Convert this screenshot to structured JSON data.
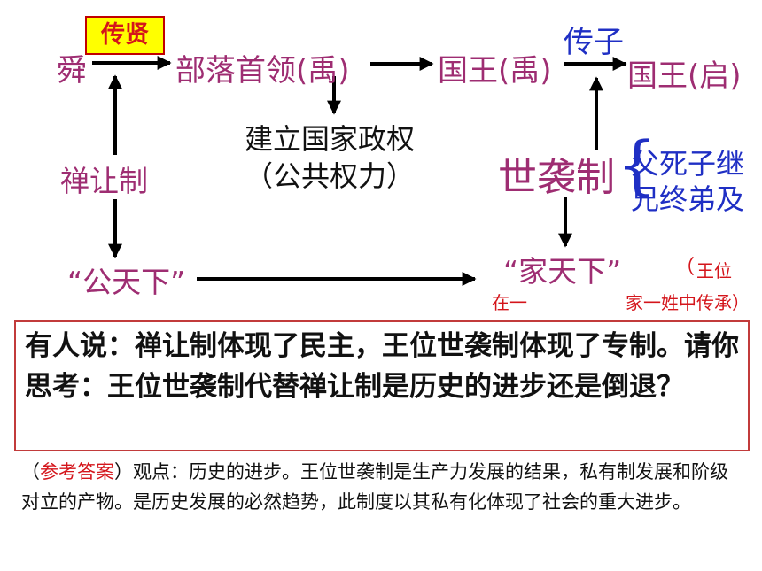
{
  "diagram": {
    "shun": "舜",
    "chuanxian": "传贤",
    "tribe_leader": "部落首领(禹)",
    "king_yu": "国王(禹)",
    "chuanzi": "传子",
    "king_qi": "国王(启)",
    "build_state_1": "建立国家政权",
    "build_state_2": "（公共权力）",
    "shanrang": "禅让制",
    "shixi": "世袭制",
    "succession_1": "父死子继",
    "succession_2": "兄终弟及",
    "gongtianxia": "“公天下”",
    "jiatianxia": "“家天下”",
    "note_paren": "（",
    "note_part1": "王位",
    "note_part2": "在一",
    "note_part3": "家一姓中传承）"
  },
  "question": "有人说：禅让制体现了民主，王位世袭制体现了专制。请你思考：王位世袭制代替禅让制是历史的进步还是倒退？",
  "answer": {
    "open": "（",
    "label": "参考答案",
    "text": "）观点：历史的进步。王位世袭制是生产力发展的结果，私有制发展和阶级对立的产物。是历史发展的必然趋势，此制度以其私有化体现了社会的重大进步。"
  },
  "colors": {
    "purple": "#9e2d72",
    "blue": "#1f2fc4",
    "red": "#d4151b",
    "highlight": "#ffff00"
  }
}
